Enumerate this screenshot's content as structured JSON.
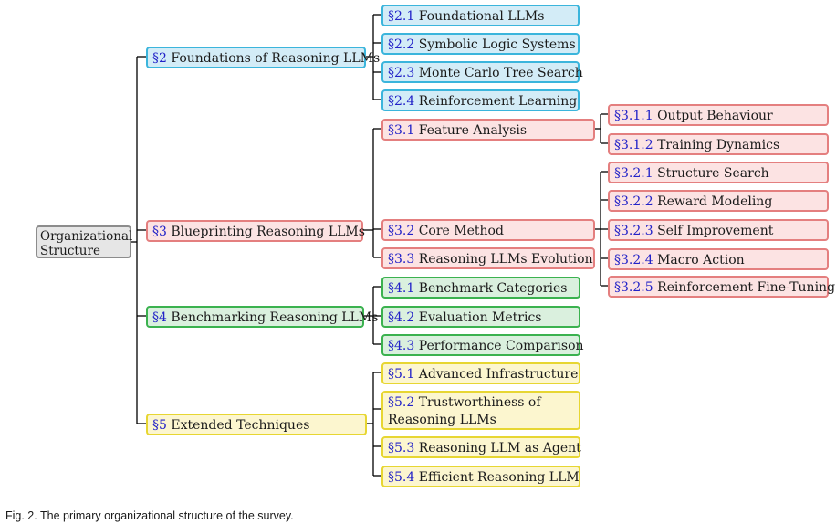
{
  "diagram": {
    "root": {
      "label": "Organizational Structure"
    },
    "sections": [
      {
        "id": "foundations",
        "num": "§2",
        "label": "Foundations of Reasoning LLMs",
        "color": "#3bb5dc",
        "children": [
          {
            "num": "§2.1",
            "label": "Foundational LLMs"
          },
          {
            "num": "§2.2",
            "label": "Symbolic Logic Systems"
          },
          {
            "num": "§2.3",
            "label": "Monte Carlo Tree Search"
          },
          {
            "num": "§2.4",
            "label": "Reinforcement Learning"
          }
        ]
      },
      {
        "id": "blueprinting",
        "num": "§3",
        "label": "Blueprinting Reasoning LLMs",
        "color": "#e47f7f",
        "children": [
          {
            "num": "§3.1",
            "label": "Feature Analysis",
            "children": [
              {
                "num": "§3.1.1",
                "label": "Output Behaviour"
              },
              {
                "num": "§3.1.2",
                "label": "Training Dynamics"
              }
            ]
          },
          {
            "num": "§3.2",
            "label": "Core Method",
            "children": [
              {
                "num": "§3.2.1",
                "label": "Structure Search"
              },
              {
                "num": "§3.2.2",
                "label": "Reward Modeling"
              },
              {
                "num": "§3.2.3",
                "label": "Self Improvement"
              },
              {
                "num": "§3.2.4",
                "label": "Macro Action"
              },
              {
                "num": "§3.2.5",
                "label": "Reinforcement Fine-Tuning"
              }
            ]
          },
          {
            "num": "§3.3",
            "label": "Reasoning LLMs Evolution"
          }
        ]
      },
      {
        "id": "benchmarking",
        "num": "§4",
        "label": "Benchmarking Reasoning LLMs",
        "color": "#3bb24f",
        "children": [
          {
            "num": "§4.1",
            "label": "Benchmark Categories"
          },
          {
            "num": "§4.2",
            "label": "Evaluation Metrics"
          },
          {
            "num": "§4.3",
            "label": "Performance Comparison"
          }
        ]
      },
      {
        "id": "extended",
        "num": "§5",
        "label": "Extended Techniques",
        "color": "#e7d632",
        "children": [
          {
            "num": "§5.1",
            "label": "Advanced Infrastructure"
          },
          {
            "num": "§5.2",
            "label": "Trustworthiness of Reasoning LLMs"
          },
          {
            "num": "§5.3",
            "label": "Reasoning LLM as Agent"
          },
          {
            "num": "§5.4",
            "label": "Efficient Reasoning LLM"
          }
        ]
      }
    ]
  },
  "caption": "Fig. 2. The primary organizational structure of the survey."
}
